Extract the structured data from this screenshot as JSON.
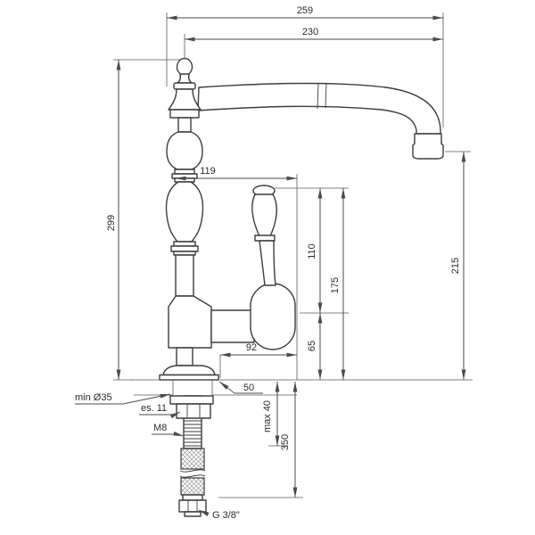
{
  "drawing": {
    "dimensions": {
      "total_reach": "259",
      "spout_reach": "230",
      "body_height": "299",
      "spout_to_handle": "119",
      "handle_height": "110",
      "handle_top_to_base": "175",
      "handle_pivot_to_base": "65",
      "spout_outlet_height": "215",
      "base_to_handle_edge": "92",
      "base_offset": "50",
      "max_counter_thickness": "max 40",
      "hose_drop": "350"
    },
    "callouts": {
      "hole_diameter": "min Ø35",
      "hex_size": "es. 11",
      "thread": "M8",
      "connection": "G 3/8\""
    }
  }
}
